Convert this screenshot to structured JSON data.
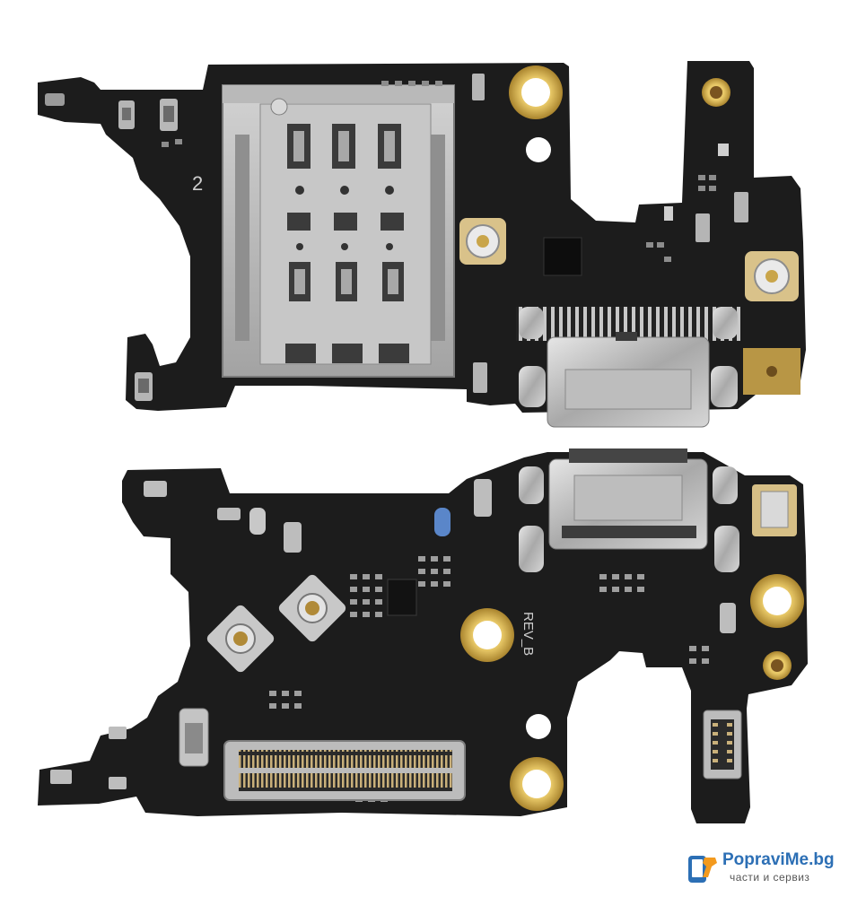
{
  "photo": {
    "subject_top": "Charging port sub-board with SIM card tray (component side)",
    "subject_bottom": "Charging port sub-board (reverse side) with board-to-board connectors"
  },
  "silkscreen": {
    "sim_marker": "2",
    "revision": "REV_B"
  },
  "watermark": {
    "brand": "PopraviMe.bg",
    "tagline": "части и сервиз",
    "icon": "wrench-phone-logo-icon"
  },
  "colors": {
    "pcb": "#1c1c1c",
    "gold": "#c9a54a",
    "metal": "#bfbfbf",
    "background": "#ffffff",
    "brand_blue": "#2c6fb5",
    "brand_orange": "#f39a1e"
  }
}
